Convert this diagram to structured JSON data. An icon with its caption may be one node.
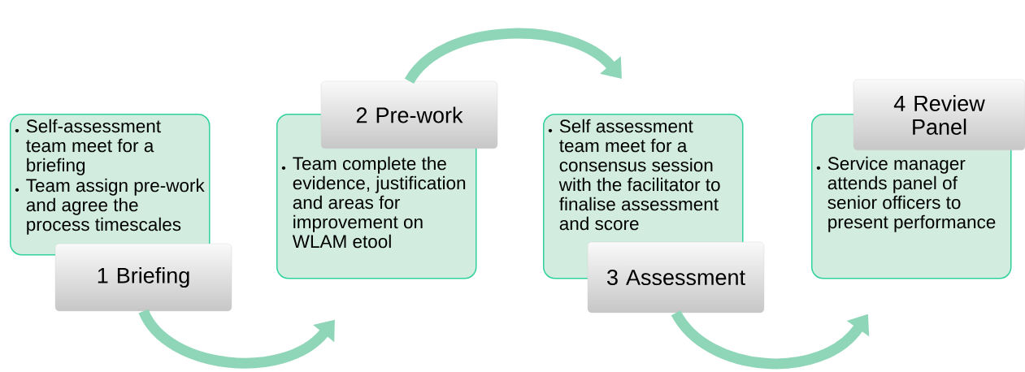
{
  "diagram": {
    "nodes": [
      {
        "text": [
          "Self-assessment team meet for a briefing",
          "Team assign pre-work and agree the process timescales"
        ]
      },
      {
        "text": [
          "1 Briefing"
        ]
      },
      {
        "text": [
          "2 Pre-work"
        ]
      },
      {
        "text": [
          "Team complete the evidence, justification and areas for improvement on WLAM etool"
        ]
      },
      {
        "text": [
          "Self assessment team meet for a consensus session with the facilitator to finalise assessment and score"
        ]
      },
      {
        "text": [
          "3 Assessment"
        ]
      },
      {
        "text": [
          "4 Review Panel"
        ]
      },
      {
        "text": [
          "Service manager attends panel of senior officers to present performance"
        ]
      }
    ],
    "edges": [
      {
        "from": 1,
        "to": 3,
        "arrow": "to"
      },
      {
        "from": 2,
        "to": 4,
        "arrow": "to"
      },
      {
        "from": 5,
        "to": 7,
        "arrow": "to"
      }
    ]
  }
}
